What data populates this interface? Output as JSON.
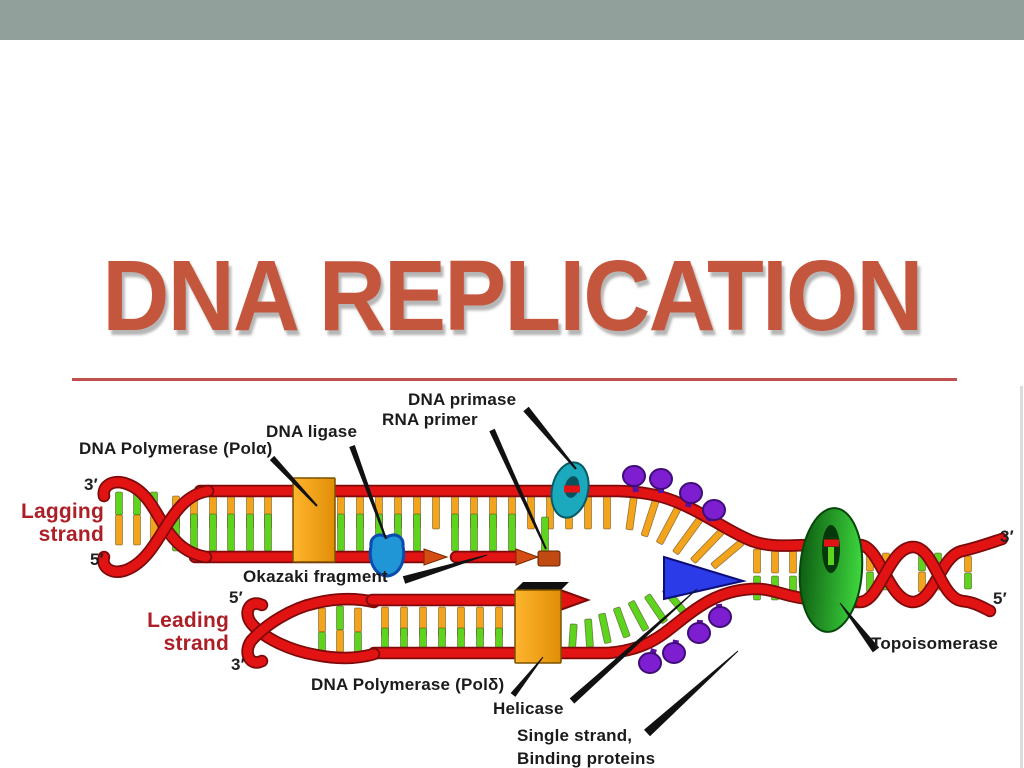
{
  "slide": {
    "title": "DNA REPLICATION",
    "top_bar_color": "#91A09A",
    "title_color": "#C5563E",
    "underline_color": "#C0504D"
  },
  "diagram": {
    "labels": {
      "dna_primase": "DNA primase",
      "rna_primer": "RNA primer",
      "dna_ligase": "DNA ligase",
      "dna_polymerase_alpha": "DNA Polymerase (Polα)",
      "dna_polymerase_delta": "DNA Polymerase (Polδ)",
      "okazaki_fragment": "Okazaki fragment",
      "helicase": "Helicase",
      "single_strand_line1": "Single strand,",
      "single_strand_line2": "Binding proteins",
      "topoisomerase": "Topoisomerase",
      "lagging_line1": "Lagging",
      "lagging_line2": "strand",
      "leading_line1": "Leading",
      "leading_line2": "strand"
    },
    "strand_end_labels": {
      "lagging_top": "3′",
      "lagging_bottom": "5′",
      "leading_top": "5′",
      "leading_bottom": "3′",
      "right_top": "3′",
      "right_bottom": "5′"
    },
    "colors": {
      "strand_red": "#E21313",
      "strand_outline": "#7D0A0A",
      "rung_orange": "#F2A51C",
      "rung_green": "#5FD41F",
      "polymerase_orange": "#F7A11D",
      "ligase_blue": "#2196D6",
      "primase_teal": "#1AA9BD",
      "helicase_blue": "#2B3BE8",
      "ssb_purple": "#7D1FD0",
      "topoisomerase_green": "#1E9E2A",
      "label_dark_red": "#AD1F27",
      "pointer_black": "#111111",
      "fragment_arrow": "#D44D15"
    }
  }
}
